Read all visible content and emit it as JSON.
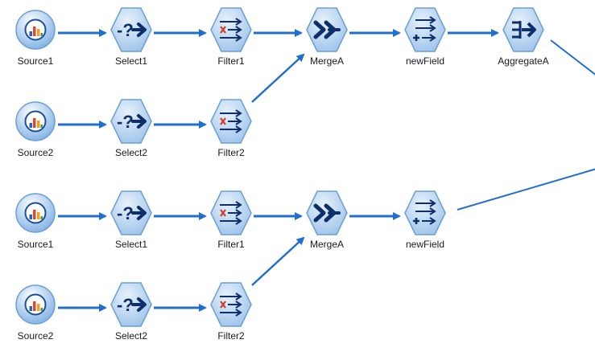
{
  "nodes": {
    "r1_source": "Source1",
    "r1_select": "Select1",
    "r1_filter": "Filter1",
    "r1_merge": "MergeA",
    "r1_derive": "newField",
    "r1_aggregate": "AggregateA",
    "r2_source": "Source2",
    "r2_select": "Select2",
    "r2_filter": "Filter2",
    "r3_source": "Source1",
    "r3_select": "Select1",
    "r3_filter": "Filter1",
    "r3_merge": "MergeA",
    "r3_derive": "newField",
    "r4_source": "Source2",
    "r4_select": "Select2",
    "r4_filter": "Filter2"
  },
  "icons": {
    "source": "database-source-icon",
    "select": "select-question-arrow-icon",
    "filter": "filter-fields-icon",
    "merge": "merge-double-chevron-icon",
    "derive": "derive-new-field-icon",
    "aggregate": "aggregate-icon"
  },
  "colors": {
    "connector": "#1f6fd1",
    "node_fill_light": "#e6f1fb",
    "node_fill_dark": "#9fc4ea",
    "node_stroke": "#6a9fd6",
    "glyph": "#0d2f6b",
    "filter_cross": "#d23a2a"
  }
}
